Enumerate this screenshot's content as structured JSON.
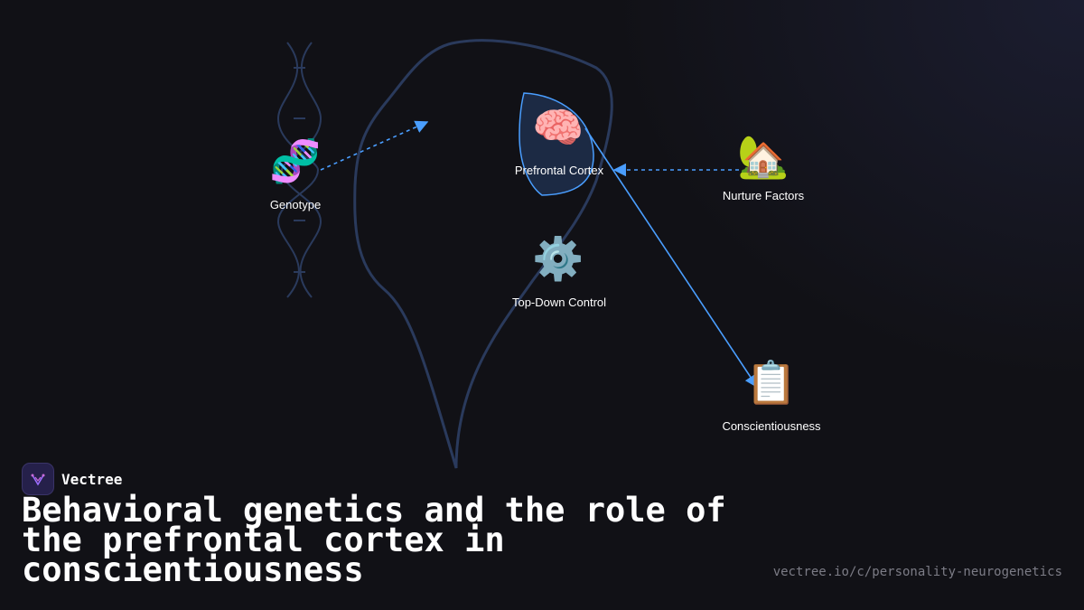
{
  "brand": {
    "name": "Vectree",
    "logo_icon": "vectree-logo-icon"
  },
  "title": "Behavioral genetics and the role of the prefrontal cortex in conscientiousness",
  "url": "vectree.io/c/personality-neurogenetics",
  "colors": {
    "background": "#111116",
    "edge": "#4a9eff",
    "outline": "#2a3a5c",
    "text": "#ffffff",
    "muted": "#7c7c86"
  },
  "nodes": [
    {
      "id": "genotype",
      "label": "Genotype",
      "icon": "🧬",
      "icon_name": "dna-icon"
    },
    {
      "id": "prefrontal",
      "label": "Prefrontal Cortex",
      "icon": "🧠",
      "icon_name": "brain-icon"
    },
    {
      "id": "nurture",
      "label": "Nurture Factors",
      "icon": "🏡",
      "icon_name": "house-with-garden-icon"
    },
    {
      "id": "topdown",
      "label": "Top-Down Control",
      "icon": "⚙️",
      "icon_name": "gear-icon"
    },
    {
      "id": "conscientiousness",
      "label": "Conscientiousness",
      "icon": "📋",
      "icon_name": "clipboard-icon"
    }
  ],
  "edges": [
    {
      "from": "genotype",
      "to": "prefrontal",
      "style": "dashed"
    },
    {
      "from": "nurture",
      "to": "prefrontal",
      "style": "dashed"
    },
    {
      "from": "prefrontal",
      "to": "conscientiousness",
      "style": "solid"
    }
  ]
}
